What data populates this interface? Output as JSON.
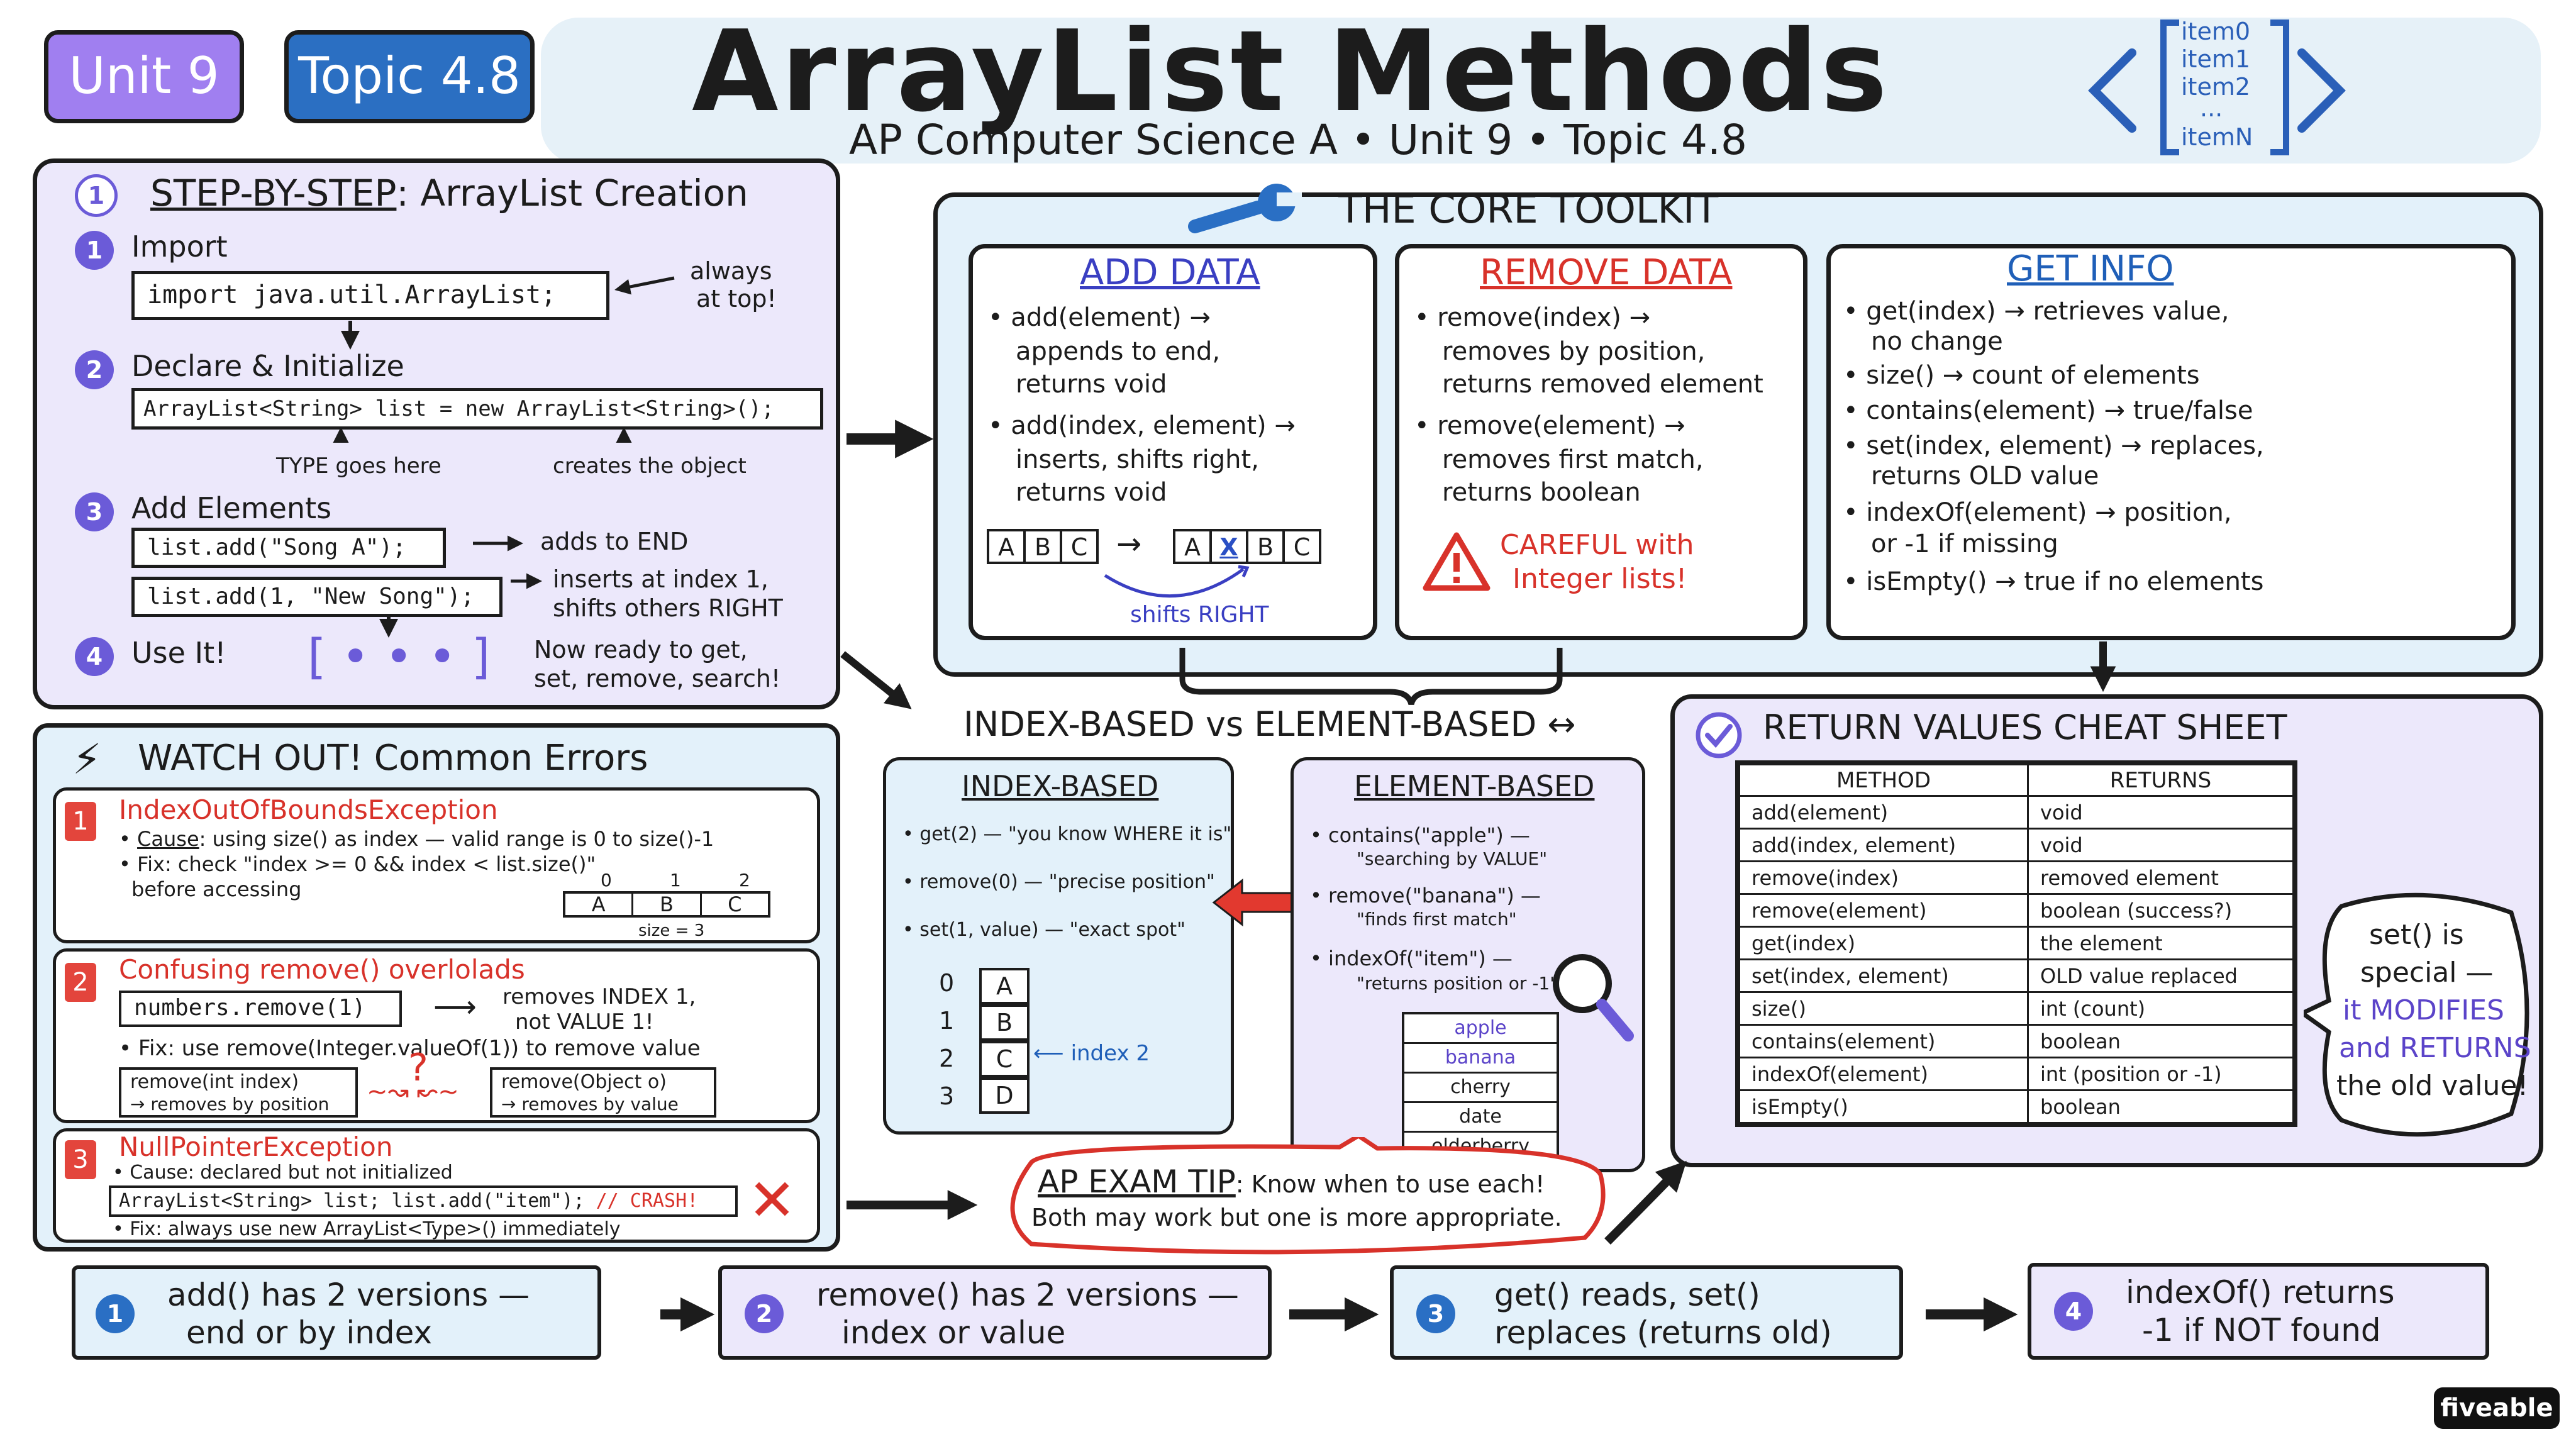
{
  "header": {
    "badge_unit": "Unit 9",
    "badge_topic": "Topic 4.8",
    "title": "ArrayList Methods",
    "subtitle": "AP Computer Science A • Unit 9 • Topic 4.8",
    "list_icon_items": [
      "item0",
      "item1",
      "item2",
      "...",
      "itemN"
    ]
  },
  "steps": {
    "title_prefix": "STEP-BY-STEP",
    "title_rest": ": ArrayList Creation",
    "header_num": "1",
    "s1": {
      "num": "1",
      "label": "Import",
      "code": "import java.util.ArrayList;",
      "note_1": "always",
      "note_2": "at top!"
    },
    "s2": {
      "num": "2",
      "label": "Declare & Initialize",
      "code": "ArrayList<String> list = new ArrayList<String>();",
      "note_type": "TYPE goes here",
      "note_creates": "creates the object"
    },
    "s3": {
      "num": "3",
      "label": "Add Elements",
      "code_1": "list.add(\"Song A\");",
      "note_1": "adds to END",
      "code_2": "list.add(1, \"New Song\");",
      "note_2a": "inserts at index 1,",
      "note_2b": "shifts others RIGHT"
    },
    "s4": {
      "num": "4",
      "label": "Use It!",
      "bracket_visual": "[ • • • ]",
      "note_a": "Now ready to get,",
      "note_b": "set, remove, search!"
    }
  },
  "toolkit": {
    "title": "THE CORE TOOLKIT",
    "add": {
      "title": "ADD DATA",
      "lines": [
        "• add(element) →",
        "appends to end,",
        "returns void",
        "• add(index, element) →",
        "inserts, shifts right,",
        "returns void"
      ],
      "cells_before": [
        "A",
        "B",
        "C"
      ],
      "cells_after": [
        "A",
        "X",
        "B",
        "C"
      ],
      "shift_note": "shifts RIGHT"
    },
    "remove": {
      "title": "REMOVE DATA",
      "lines": [
        "• remove(index) →",
        "removes by position,",
        "returns removed element",
        "• remove(element) →",
        "removes first match,",
        "returns boolean"
      ],
      "careful_1": "CAREFUL with",
      "careful_2": "Integer lists!"
    },
    "get": {
      "title": "GET INFO",
      "lines": [
        "• get(index) → retrieves value,",
        "no change",
        "• size() → count of elements",
        "• contains(element) → true/false",
        "• set(index, element) → replaces,",
        "returns OLD value",
        "• indexOf(element) → position,",
        "or -1 if missing",
        "• isEmpty() → true if no elements"
      ]
    }
  },
  "watch": {
    "title": "WATCH OUT! Common Errors",
    "e1": {
      "num": "1",
      "title": "IndexOutOfBoundsException",
      "line1_label": "Cause",
      "line1_rest": ": using size() as index — valid range is 0 to size()-1",
      "line2": "• Fix: check \"index >= 0 && index < list.size()\"",
      "line3": "before accessing",
      "indices": [
        "0",
        "1",
        "2"
      ],
      "cells": [
        "A",
        "B",
        "C"
      ],
      "size_note": "size = 3"
    },
    "e2": {
      "num": "2",
      "title": "Confusing remove() overlolads",
      "code": "numbers.remove(1)",
      "note_a": "removes INDEX 1,",
      "note_b": "not VALUE 1!",
      "fix": "• Fix: use remove(Integer.valueOf(1)) to remove value",
      "left_a": "remove(int index)",
      "left_b": "→ removes by position",
      "right_a": "remove(Object o)",
      "right_b": "→ removes by value",
      "q": "?"
    },
    "e3": {
      "num": "3",
      "title": "NullPointerException",
      "cause": "• Cause: declared but not initialized",
      "code_main": "ArrayList<String> list; list.add(\"item\");",
      "code_crash": "// CRASH!",
      "fix": "• Fix: always use new ArrayList<Type>() immediately",
      "x": "✕"
    }
  },
  "compare": {
    "title": "INDEX-BASED vs ELEMENT-BASED ↔",
    "index": {
      "title": "INDEX-BASED",
      "lines": [
        "• get(2) — \"you know WHERE it is\"",
        "• remove(0) — \"precise position\"",
        "• set(1, value) — \"exact spot\""
      ],
      "indices": [
        "0",
        "1",
        "2",
        "3"
      ],
      "cells": [
        "A",
        "B",
        "C",
        "D"
      ],
      "pointer": "index 2"
    },
    "element": {
      "title": "ELEMENT-BASED",
      "lines": [
        "• contains(\"apple\") —",
        "\"searching by VALUE\"",
        "• remove(\"banana\") —",
        "\"finds first match\"",
        "• indexOf(\"item\") —",
        "\"returns position or -1\""
      ],
      "list": [
        "apple",
        "banana",
        "cherry",
        "date",
        "elderberry"
      ]
    }
  },
  "cheat": {
    "title": "RETURN VALUES CHEAT SHEET",
    "col_method": "METHOD",
    "col_returns": "RETURNS",
    "rows": [
      [
        "add(element)",
        "void"
      ],
      [
        "add(index, element)",
        "void"
      ],
      [
        "remove(index)",
        "removed element"
      ],
      [
        "remove(element)",
        "boolean (success?)"
      ],
      [
        "get(index)",
        "the element"
      ],
      [
        "set(index, element)",
        "OLD value replaced"
      ],
      [
        "size()",
        "int (count)"
      ],
      [
        "contains(element)",
        "boolean"
      ],
      [
        "indexOf(element)",
        "int (position or -1)"
      ],
      [
        "isEmpty()",
        "boolean"
      ]
    ],
    "bubble": [
      "set() is",
      "special —",
      "it MODIFIES",
      "and RETURNS",
      "the old value!"
    ]
  },
  "tip": {
    "label": "AP EXAM TIP",
    "rest": ": Know when to use each!",
    "line2": "Both may work but one is more appropriate."
  },
  "summary": [
    {
      "num": "1",
      "line1": "add() has 2 versions —",
      "line2": "end or by index"
    },
    {
      "num": "2",
      "line1": "remove() has 2 versions —",
      "line2": "index or value"
    },
    {
      "num": "3",
      "line1": "get() reads, set()",
      "line2": "replaces (returns old)"
    },
    {
      "num": "4",
      "line1": "indexOf() returns",
      "line2": "-1 if NOT found"
    }
  ],
  "brand": "fiveable",
  "colors": {
    "purple": "#6b5bd8",
    "blue": "#2a6fc4",
    "red": "#d8322a",
    "lavender": "#ece8fb",
    "light_blue": "#e3f1fa"
  }
}
